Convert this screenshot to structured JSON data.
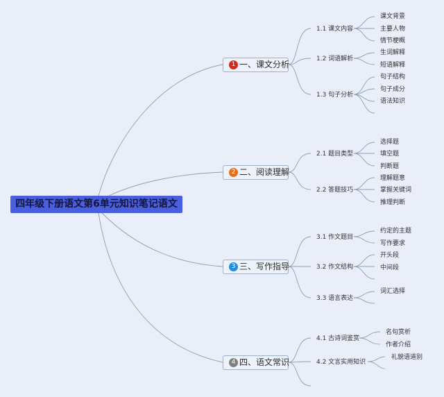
{
  "root": {
    "label": "四年级下册语文第6单元知识笔记语文",
    "color": "#4a5ee0"
  },
  "topics": [
    {
      "num": "1",
      "label": "一、课文分析",
      "badge_color": "#d42a1e",
      "subs": [
        {
          "label": "1.1 课文内容",
          "leaves": [
            "课文背景",
            "主要人物",
            "情节梗概"
          ]
        },
        {
          "label": "1.2 词语解析",
          "leaves": [
            "生词解释",
            "短语解释"
          ]
        },
        {
          "label": "1.3 句子分析",
          "leaves": [
            "句子结构",
            "句子成分",
            "语法知识",
            ""
          ]
        }
      ]
    },
    {
      "num": "2",
      "label": "二、阅读理解",
      "badge_color": "#e07020",
      "subs": [
        {
          "label": "2.1 题目类型",
          "leaves": [
            "选择题",
            "填空题",
            "判断题"
          ]
        },
        {
          "label": "2.2 答题技巧",
          "leaves": [
            "理解题意",
            "掌握关键词",
            "推理判断"
          ]
        }
      ]
    },
    {
      "num": "3",
      "label": "三、写作指导",
      "badge_color": "#1f8fe0",
      "subs": [
        {
          "label": "3.1 作文题目",
          "leaves": [
            "约定的主题",
            "写作要求"
          ]
        },
        {
          "label": "3.2 作文结构",
          "leaves": [
            "开头段",
            "中间段",
            ""
          ]
        },
        {
          "label": "3.3 语言表达",
          "leaves": [
            "词汇选择",
            ""
          ]
        }
      ]
    },
    {
      "num": "4",
      "label": "四、语文常识",
      "badge_color": "#808080",
      "subs": [
        {
          "label": "4.1 古诗词鉴赏",
          "leaves": [
            "名句赏析",
            "作者介绍"
          ]
        },
        {
          "label": "4.2 文言实用知识",
          "leaves": [
            "礼貌语道别",
            ""
          ]
        },
        {
          "label": "",
          "leaves": []
        }
      ]
    }
  ],
  "colors": {
    "background": "#e9eef9",
    "edge": "#8aa0b4",
    "topic_border": "#9fb0c6"
  }
}
